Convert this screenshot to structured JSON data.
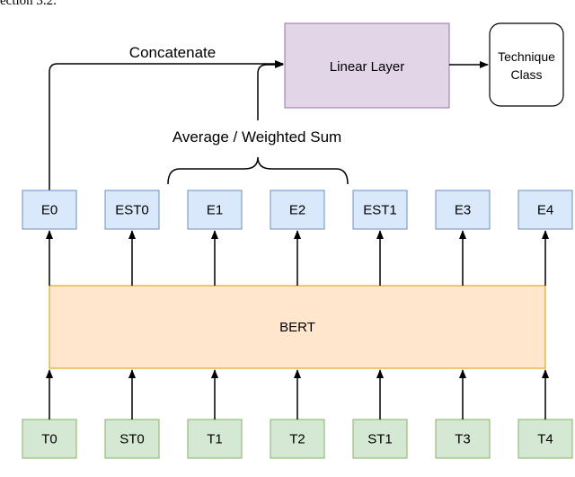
{
  "header_fragment": "ection 3.2.",
  "labels": {
    "concatenate": "Concatenate",
    "average": "Average / Weighted Sum",
    "linear_layer": "Linear Layer",
    "technique_line1": "Technique",
    "technique_line2": "Class",
    "bert": "BERT"
  },
  "output_tokens": [
    "E0",
    "EST0",
    "E1",
    "E2",
    "EST1",
    "E3",
    "E4"
  ],
  "input_tokens": [
    "T0",
    "ST0",
    "T1",
    "T2",
    "ST1",
    "T3",
    "T4"
  ],
  "colors": {
    "output_fill": "#dae8fc",
    "output_stroke": "#6c8ebf",
    "input_fill": "#d5e8d4",
    "input_stroke": "#82b366",
    "bert_fill": "#ffe6cc",
    "bert_stroke": "#d79b00",
    "linear_fill": "#e1d5e7",
    "linear_stroke": "#9673a6"
  }
}
